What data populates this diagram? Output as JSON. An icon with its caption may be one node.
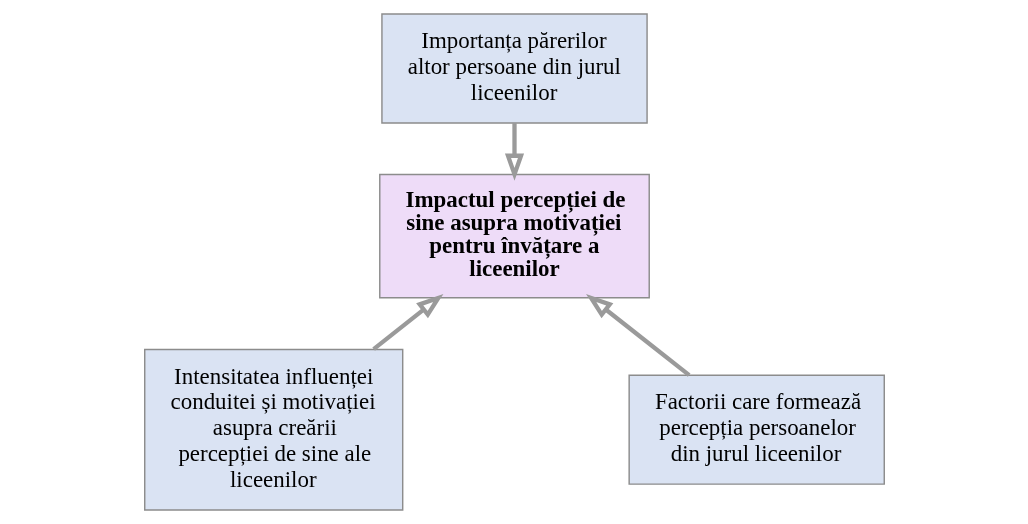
{
  "diagram": {
    "nodes": [
      {
        "text": [
          "Importanța părerilor altor persoane din jurul liceenilor"
        ]
      },
      {
        "text": [
          "Impactul percepției de sine asupra motivației pentru învățare a liceenilor"
        ]
      },
      {
        "text": [
          "Intensitatea influenței conduitei și motivației asupra creării percepției de sine ale liceenilor"
        ]
      },
      {
        "text": [
          "Factorii care formează percepția persoanelor din jurul liceenilor"
        ]
      }
    ],
    "edges": [
      {
        "from": 0,
        "to": 1,
        "arrow": "to"
      },
      {
        "from": 2,
        "to": 1,
        "arrow": "to"
      },
      {
        "from": 3,
        "to": 1,
        "arrow": "to"
      }
    ]
  }
}
